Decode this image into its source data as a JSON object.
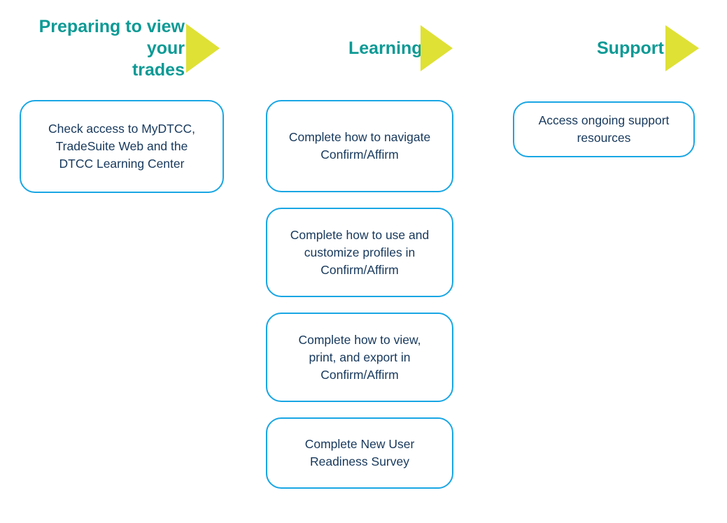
{
  "theme": {
    "header_text_color": "#0d9a95",
    "arrow_color": "#dfe135",
    "box_border_color": "#19a6e4",
    "box_fill_color": "#ffffff",
    "box_text_color": "#16385c",
    "background_color": "#ffffff"
  },
  "columns": [
    {
      "id": "prepare",
      "header": {
        "label": "Preparing to view your\ntrades",
        "arrow_icon": "right-arrow-icon"
      },
      "boxes": [
        {
          "text": "Check access to MyDTCC,\nTradeSuite Web and the\nDTCC Learning Center"
        }
      ]
    },
    {
      "id": "learning",
      "header": {
        "label": "Learning",
        "arrow_icon": "right-arrow-icon"
      },
      "boxes": [
        {
          "text": "Complete how to navigate\nConfirm/Affirm"
        },
        {
          "text": "Complete how to use and\ncustomize profiles in\nConfirm/Affirm"
        },
        {
          "text": "Complete how to view,\nprint, and export in\nConfirm/Affirm"
        },
        {
          "text": "Complete New User\nReadiness Survey"
        }
      ]
    },
    {
      "id": "support",
      "header": {
        "label": "Support",
        "arrow_icon": "right-arrow-icon"
      },
      "boxes": [
        {
          "text": "Access ongoing support\nresources"
        }
      ]
    }
  ]
}
